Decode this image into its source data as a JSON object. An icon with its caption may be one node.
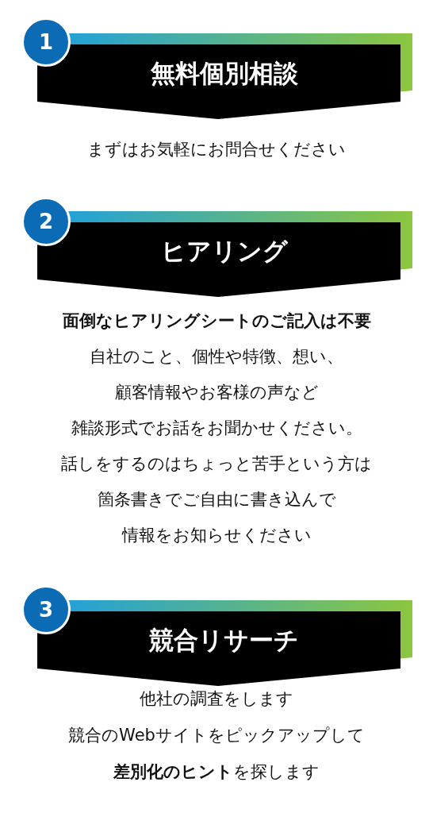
{
  "diagram": {
    "nodes": [
      {
        "text": [
          "1"
        ]
      },
      {
        "text": [
          "無料個別相談"
        ],
        "beside": [
          "まずはお気軽にお問合せください"
        ]
      },
      {
        "text": [
          "2"
        ]
      },
      {
        "text": [
          "ヒアリング"
        ],
        "beside": [
          "**面倒なヒアリングシートのご記入は不要**",
          "自社のこと、個性や特徴、想い、",
          "顧客情報やお客様の声など",
          "雑談形式でお話をお聞かせください。",
          "話しをするのはちょっと苦手という方は",
          "箇条書きでご自由に書き込んで",
          "情報をお知らせください"
        ]
      },
      {
        "text": [
          "3"
        ]
      },
      {
        "text": [
          "競合リサーチ"
        ],
        "beside": [
          "他社の調査をします",
          "競合のWebサイトをピックアップして",
          "**差別化のヒント**を探します"
        ]
      }
    ]
  }
}
